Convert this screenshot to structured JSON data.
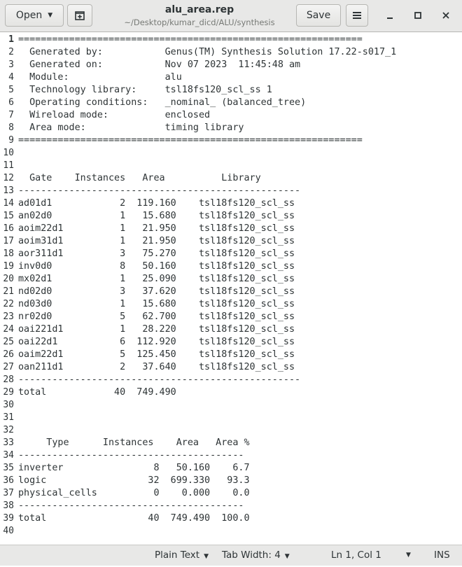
{
  "header": {
    "open_label": "Open",
    "save_label": "Save",
    "title": "alu_area.rep",
    "subtitle": "~/Desktop/kumar_dicd/ALU/synthesis"
  },
  "editor": {
    "current_line": 1,
    "lines": [
      "=============================================================",
      "  Generated by:           Genus(TM) Synthesis Solution 17.22-s017_1",
      "  Generated on:           Nov 07 2023  11:45:48 am",
      "  Module:                 alu",
      "  Technology library:     tsl18fs120_scl_ss 1",
      "  Operating conditions:   _nominal_ (balanced_tree)",
      "  Wireload mode:          enclosed",
      "  Area mode:              timing library",
      "=============================================================",
      "",
      "",
      "  Gate    Instances   Area          Library",
      "--------------------------------------------------",
      "ad01d1            2  119.160    tsl18fs120_scl_ss",
      "an02d0            1   15.680    tsl18fs120_scl_ss",
      "aoim22d1          1   21.950    tsl18fs120_scl_ss",
      "aoim31d1          1   21.950    tsl18fs120_scl_ss",
      "aor311d1          3   75.270    tsl18fs120_scl_ss",
      "inv0d0            8   50.160    tsl18fs120_scl_ss",
      "mx02d1            1   25.090    tsl18fs120_scl_ss",
      "nd02d0            3   37.620    tsl18fs120_scl_ss",
      "nd03d0            1   15.680    tsl18fs120_scl_ss",
      "nr02d0            5   62.700    tsl18fs120_scl_ss",
      "oai221d1          1   28.220    tsl18fs120_scl_ss",
      "oai22d1           6  112.920    tsl18fs120_scl_ss",
      "oaim22d1          5  125.450    tsl18fs120_scl_ss",
      "oan211d1          2   37.640    tsl18fs120_scl_ss",
      "--------------------------------------------------",
      "total            40  749.490",
      "",
      "",
      "",
      "     Type      Instances    Area   Area %",
      "----------------------------------------",
      "inverter                8   50.160    6.7",
      "logic                  32  699.330   93.3",
      "physical_cells          0    0.000    0.0",
      "----------------------------------------",
      "total                  40  749.490  100.0",
      ""
    ]
  },
  "statusbar": {
    "syntax": "Plain Text",
    "tab_width": "Tab Width: 4",
    "position": "Ln 1, Col 1",
    "mode": "INS"
  },
  "icons": {
    "new_tab": "new-tab-icon",
    "menu": "hamburger-menu-icon",
    "minimize": "minimize-icon",
    "maximize": "maximize-icon",
    "close": "close-icon"
  }
}
